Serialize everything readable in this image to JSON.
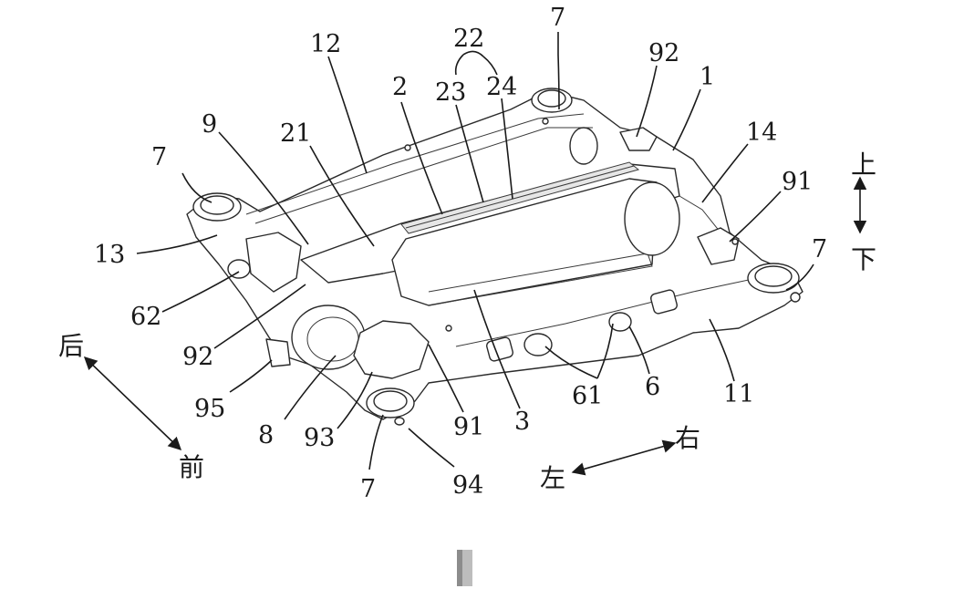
{
  "labels": {
    "l1": "1",
    "l2": "2",
    "l3": "3",
    "l6": "6",
    "l7a": "7",
    "l7b": "7",
    "l7c": "7",
    "l7d": "7",
    "l8": "8",
    "l9": "9",
    "l11": "11",
    "l12": "12",
    "l13": "13",
    "l14": "14",
    "l21": "21",
    "l22": "22",
    "l23": "23",
    "l24": "24",
    "l61a": "61",
    "l62": "62",
    "l91a": "91",
    "l91b": "91",
    "l92a": "92",
    "l92b": "92",
    "l93": "93",
    "l94": "94",
    "l95": "95"
  },
  "directions": {
    "up": "上",
    "down": "下",
    "rear": "后",
    "front": "前",
    "left": "左",
    "right": "右"
  }
}
